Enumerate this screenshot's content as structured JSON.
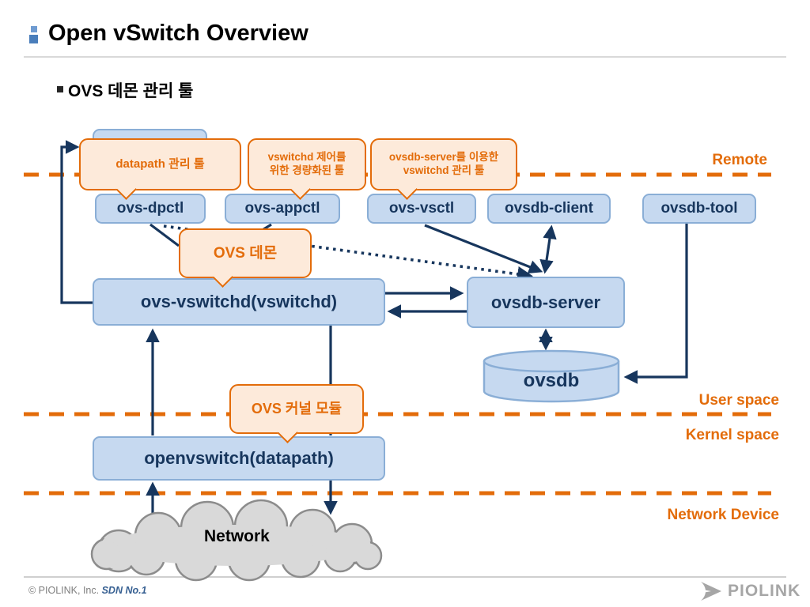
{
  "slide": {
    "title": "Open vSwitch Overview",
    "subtitle": "OVS 데몬 관리 툴"
  },
  "zones": {
    "remote": "Remote",
    "user_space": "User space",
    "kernel_space": "Kernel space",
    "network_device": "Network Device"
  },
  "callouts": {
    "datapath_tool": "datapath 관리 툴",
    "appctl_tool": "vswitchd 제어를\n위한 경량화된 툴",
    "vsctl_tool": "ovsdb-server를 이용한\nvswitchd 관리 툴",
    "daemon": "OVS 데몬",
    "kernel_module": "OVS 커널 모듈"
  },
  "nodes": {
    "ovs_dpctl": "ovs-dpctl",
    "ovs_appctl": "ovs-appctl",
    "ovs_vsctl": "ovs-vsctl",
    "ovsdb_client": "ovsdb-client",
    "ovsdb_tool": "ovsdb-tool",
    "ovs_vswitchd": "ovs-vswitchd(vswitchd)",
    "ovsdb_server": "ovsdb-server",
    "ovsdb": "ovsdb",
    "openvswitch": "openvswitch(datapath)",
    "network": "Network"
  },
  "footer": {
    "copyright": "© PIOLINK, Inc.",
    "doc": "SDN No.1",
    "logo": "PIOLINK"
  },
  "colors": {
    "accent_orange": "#e36c0a",
    "box_fill": "#c6d9f0",
    "box_border": "#8aaed6",
    "box_text": "#17365d",
    "arrow": "#17365d",
    "cloud_fill": "#d9d9d9",
    "cloud_border": "#8c8c8c"
  }
}
